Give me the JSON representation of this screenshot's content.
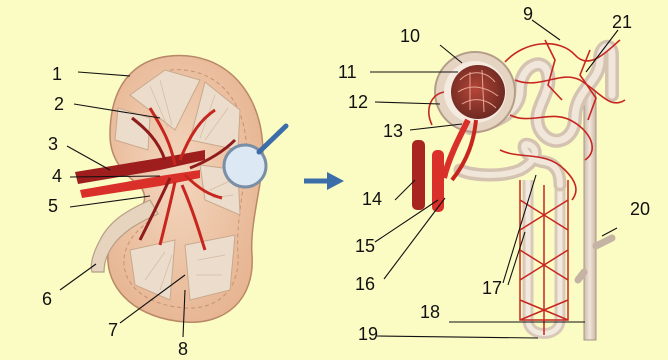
{
  "labels": {
    "l1": "1",
    "l2": "2",
    "l3": "3",
    "l4": "4",
    "l5": "5",
    "l6": "6",
    "l7": "7",
    "l8": "8",
    "l9": "9",
    "l10": "10",
    "l11": "11",
    "l12": "12",
    "l13": "13",
    "l14": "14",
    "l15": "15",
    "l16": "16",
    "l17": "17",
    "l18": "18",
    "l19": "19",
    "l20": "20",
    "l21": "21"
  },
  "colors": {
    "background": "#FBFBC4",
    "cortex": "#F2C9A6",
    "medulla": "#E9D7C6",
    "artery": "#D9302A",
    "vein": "#9E1E1E",
    "tubule": "#E8DACA",
    "arrow": "#3B6EA8"
  }
}
